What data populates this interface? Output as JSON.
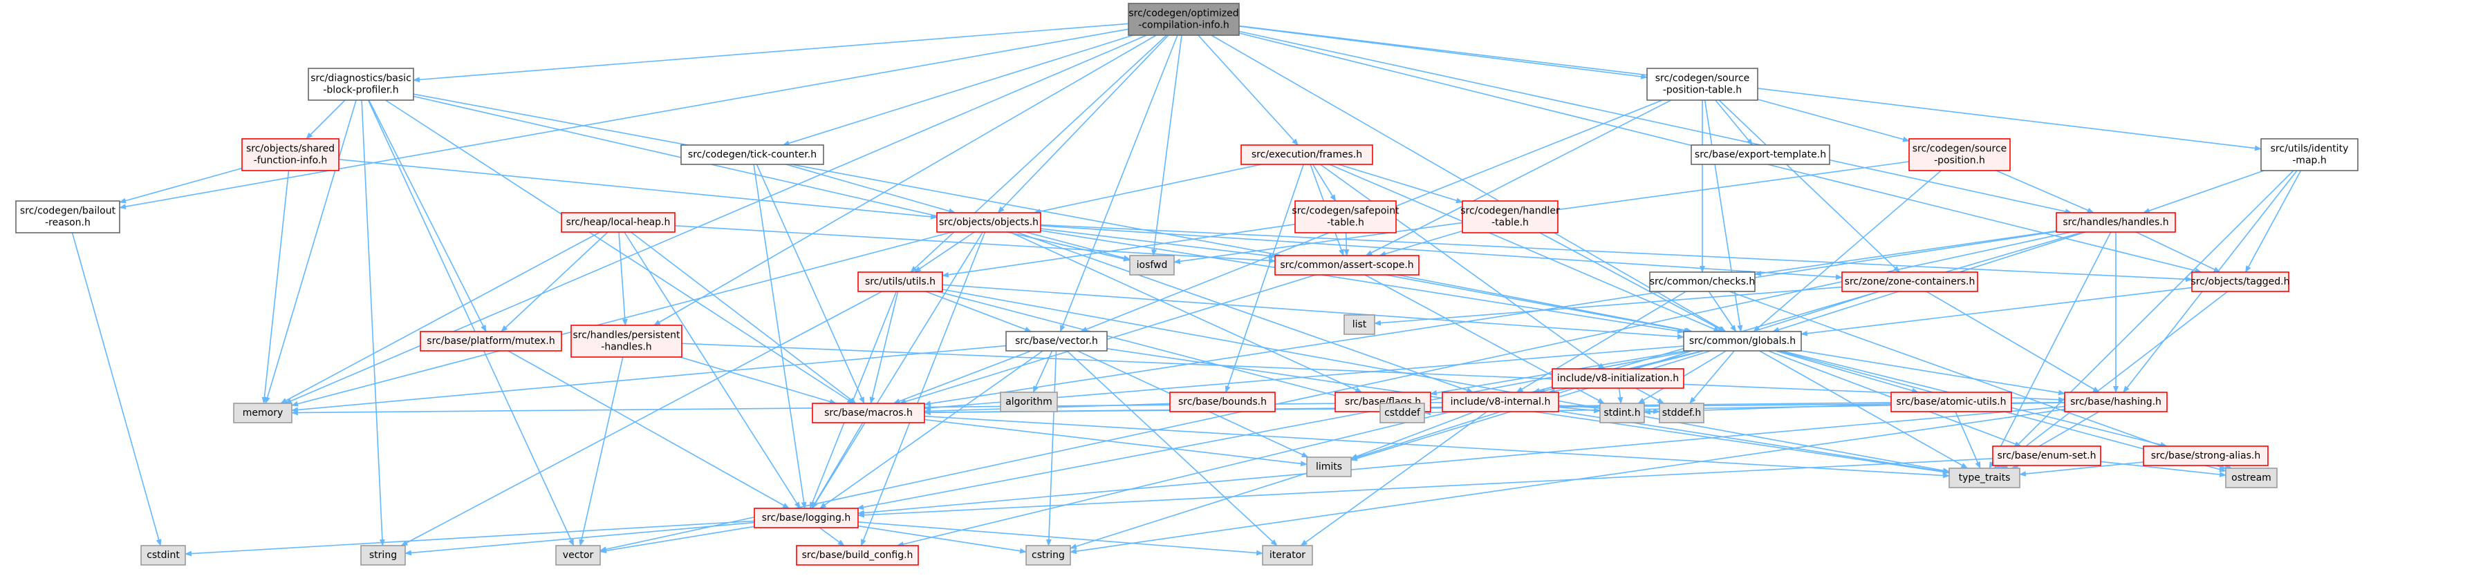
{
  "diagram": {
    "kind": "include-dependency-graph",
    "colors": {
      "root_fill": "#999999",
      "root_stroke": "#666666",
      "local_fill": "#ffffff",
      "local_stroke": "#666666",
      "incomplete_fill": "#fff0f0",
      "incomplete_stroke": "#ff0000",
      "system_fill": "#e0e0e0",
      "system_stroke": "#999999",
      "edge": "#63b8ff",
      "text": "#000000"
    },
    "nodes": [
      {
        "id": "root",
        "lines": [
          "src/codegen/optimized",
          "-compilation-info.h"
        ],
        "style": "root"
      },
      {
        "id": "basic_block",
        "lines": [
          "src/diagnostics/basic",
          "-block-profiler.h"
        ],
        "style": "local"
      },
      {
        "id": "src_pos_table",
        "lines": [
          "src/codegen/source",
          "-position-table.h"
        ],
        "style": "local"
      },
      {
        "id": "identity_map",
        "lines": [
          "src/utils/identity",
          "-map.h"
        ],
        "style": "local"
      },
      {
        "id": "shared_fn",
        "lines": [
          "src/objects/shared",
          "-function-info.h"
        ],
        "style": "incomplete"
      },
      {
        "id": "tick_counter",
        "lines": [
          "src/codegen/tick-counter.h"
        ],
        "style": "local"
      },
      {
        "id": "frames",
        "lines": [
          "src/execution/frames.h"
        ],
        "style": "incomplete"
      },
      {
        "id": "export_tpl",
        "lines": [
          "src/base/export-template.h"
        ],
        "style": "local"
      },
      {
        "id": "src_position",
        "lines": [
          "src/codegen/source",
          "-position.h"
        ],
        "style": "incomplete"
      },
      {
        "id": "bailout",
        "lines": [
          "src/codegen/bailout",
          "-reason.h"
        ],
        "style": "local"
      },
      {
        "id": "local_heap",
        "lines": [
          "src/heap/local-heap.h"
        ],
        "style": "incomplete"
      },
      {
        "id": "objects",
        "lines": [
          "src/objects/objects.h"
        ],
        "style": "incomplete"
      },
      {
        "id": "safepoint",
        "lines": [
          "src/codegen/safepoint",
          "-table.h"
        ],
        "style": "incomplete"
      },
      {
        "id": "handler_tbl",
        "lines": [
          "src/codegen/handler",
          "-table.h"
        ],
        "style": "incomplete"
      },
      {
        "id": "handles",
        "lines": [
          "src/handles/handles.h"
        ],
        "style": "incomplete"
      },
      {
        "id": "iosfwd",
        "lines": [
          "iosfwd"
        ],
        "style": "system"
      },
      {
        "id": "assert_scope",
        "lines": [
          "src/common/assert-scope.h"
        ],
        "style": "incomplete"
      },
      {
        "id": "utils",
        "lines": [
          "src/utils/utils.h"
        ],
        "style": "incomplete"
      },
      {
        "id": "checks",
        "lines": [
          "src/common/checks.h"
        ],
        "style": "local"
      },
      {
        "id": "zone_cont",
        "lines": [
          "src/zone/zone-containers.h"
        ],
        "style": "incomplete"
      },
      {
        "id": "tagged",
        "lines": [
          "src/objects/tagged.h"
        ],
        "style": "incomplete"
      },
      {
        "id": "list",
        "lines": [
          "list"
        ],
        "style": "system"
      },
      {
        "id": "mutex",
        "lines": [
          "src/base/platform/mutex.h"
        ],
        "style": "incomplete"
      },
      {
        "id": "persistent",
        "lines": [
          "src/handles/persistent",
          "-handles.h"
        ],
        "style": "incomplete"
      },
      {
        "id": "vector_h",
        "lines": [
          "src/base/vector.h"
        ],
        "style": "local"
      },
      {
        "id": "globals",
        "lines": [
          "src/common/globals.h"
        ],
        "style": "local"
      },
      {
        "id": "v8init",
        "lines": [
          "include/v8-initialization.h"
        ],
        "style": "incomplete"
      },
      {
        "id": "algorithm",
        "lines": [
          "algorithm"
        ],
        "style": "system"
      },
      {
        "id": "bounds",
        "lines": [
          "src/base/bounds.h"
        ],
        "style": "incomplete"
      },
      {
        "id": "flags",
        "lines": [
          "src/base/flags.h"
        ],
        "style": "incomplete"
      },
      {
        "id": "v8internal",
        "lines": [
          "include/v8-internal.h"
        ],
        "style": "incomplete"
      },
      {
        "id": "atomic",
        "lines": [
          "src/base/atomic-utils.h"
        ],
        "style": "incomplete"
      },
      {
        "id": "hashing",
        "lines": [
          "src/base/hashing.h"
        ],
        "style": "incomplete"
      },
      {
        "id": "memory",
        "lines": [
          "memory"
        ],
        "style": "system"
      },
      {
        "id": "macros",
        "lines": [
          "src/base/macros.h"
        ],
        "style": "incomplete"
      },
      {
        "id": "cstddef",
        "lines": [
          "cstddef"
        ],
        "style": "system"
      },
      {
        "id": "stdint",
        "lines": [
          "stdint.h"
        ],
        "style": "system"
      },
      {
        "id": "stddef",
        "lines": [
          "stddef.h"
        ],
        "style": "system"
      },
      {
        "id": "enum_set",
        "lines": [
          "src/base/enum-set.h"
        ],
        "style": "incomplete"
      },
      {
        "id": "strong_alias",
        "lines": [
          "src/base/strong-alias.h"
        ],
        "style": "incomplete"
      },
      {
        "id": "limits",
        "lines": [
          "limits"
        ],
        "style": "system"
      },
      {
        "id": "type_traits",
        "lines": [
          "type_traits"
        ],
        "style": "system"
      },
      {
        "id": "ostream",
        "lines": [
          "ostream"
        ],
        "style": "system"
      },
      {
        "id": "logging",
        "lines": [
          "src/base/logging.h"
        ],
        "style": "incomplete"
      },
      {
        "id": "cstdint",
        "lines": [
          "cstdint"
        ],
        "style": "system"
      },
      {
        "id": "string",
        "lines": [
          "string"
        ],
        "style": "system"
      },
      {
        "id": "vector",
        "lines": [
          "vector"
        ],
        "style": "system"
      },
      {
        "id": "build_config",
        "lines": [
          "src/base/build_config.h"
        ],
        "style": "incomplete"
      },
      {
        "id": "cstring",
        "lines": [
          "cstring"
        ],
        "style": "system"
      },
      {
        "id": "iterator",
        "lines": [
          "iterator"
        ],
        "style": "system"
      }
    ],
    "edges": [
      [
        "root",
        "basic_block"
      ],
      [
        "root",
        "src_pos_table"
      ],
      [
        "root",
        "identity_map"
      ],
      [
        "root",
        "tick_counter"
      ],
      [
        "root",
        "frames"
      ],
      [
        "root",
        "bailout"
      ],
      [
        "root",
        "objects"
      ],
      [
        "root",
        "handles"
      ],
      [
        "root",
        "utils"
      ],
      [
        "root",
        "tagged"
      ],
      [
        "root",
        "vector_h"
      ],
      [
        "root",
        "globals"
      ],
      [
        "root",
        "persistent"
      ],
      [
        "root",
        "memory"
      ],
      [
        "root",
        "iosfwd"
      ],
      [
        "basic_block",
        "shared_fn"
      ],
      [
        "basic_block",
        "memory"
      ],
      [
        "basic_block",
        "string"
      ],
      [
        "basic_block",
        "vector"
      ],
      [
        "basic_block",
        "iosfwd"
      ],
      [
        "basic_block",
        "mutex"
      ],
      [
        "basic_block",
        "macros"
      ],
      [
        "basic_block",
        "globals"
      ],
      [
        "shared_fn",
        "bailout"
      ],
      [
        "shared_fn",
        "objects"
      ],
      [
        "shared_fn",
        "memory"
      ],
      [
        "bailout",
        "cstdint"
      ],
      [
        "tick_counter",
        "objects"
      ],
      [
        "tick_counter",
        "macros"
      ],
      [
        "tick_counter",
        "logging"
      ],
      [
        "src_pos_table",
        "export_tpl"
      ],
      [
        "src_pos_table",
        "src_position"
      ],
      [
        "src_pos_table",
        "checks"
      ],
      [
        "src_pos_table",
        "globals"
      ],
      [
        "src_pos_table",
        "assert_scope"
      ],
      [
        "src_pos_table",
        "vector_h"
      ],
      [
        "src_pos_table",
        "zone_cont"
      ],
      [
        "src_position",
        "handles"
      ],
      [
        "src_position",
        "iosfwd"
      ],
      [
        "src_position",
        "globals"
      ],
      [
        "identity_map",
        "handles"
      ],
      [
        "identity_map",
        "tagged"
      ],
      [
        "identity_map",
        "hashing"
      ],
      [
        "identity_map",
        "type_traits"
      ],
      [
        "frames",
        "objects"
      ],
      [
        "frames",
        "safepoint"
      ],
      [
        "frames",
        "handler_tbl"
      ],
      [
        "frames",
        "assert_scope"
      ],
      [
        "frames",
        "bounds"
      ],
      [
        "frames",
        "v8init"
      ],
      [
        "frames",
        "globals"
      ],
      [
        "safepoint",
        "assert_scope"
      ],
      [
        "safepoint",
        "utils"
      ],
      [
        "handler_tbl",
        "assert_scope"
      ],
      [
        "handler_tbl",
        "globals"
      ],
      [
        "local_heap",
        "assert_scope"
      ],
      [
        "local_heap",
        "mutex"
      ],
      [
        "local_heap",
        "persistent"
      ],
      [
        "local_heap",
        "memory"
      ],
      [
        "local_heap",
        "macros"
      ],
      [
        "local_heap",
        "logging"
      ],
      [
        "objects",
        "utils"
      ],
      [
        "objects",
        "iosfwd"
      ],
      [
        "objects",
        "memory"
      ],
      [
        "objects",
        "assert_scope"
      ],
      [
        "objects",
        "globals"
      ],
      [
        "objects",
        "flags"
      ],
      [
        "objects",
        "logging"
      ],
      [
        "objects",
        "build_config"
      ],
      [
        "objects",
        "v8internal"
      ],
      [
        "objects",
        "zone_cont"
      ],
      [
        "objects",
        "tagged"
      ],
      [
        "handles",
        "checks"
      ],
      [
        "handles",
        "tagged"
      ],
      [
        "handles",
        "globals"
      ],
      [
        "handles",
        "hashing"
      ],
      [
        "handles",
        "macros"
      ],
      [
        "handles",
        "v8internal"
      ],
      [
        "handles",
        "type_traits"
      ],
      [
        "handles",
        "vector"
      ],
      [
        "assert_scope",
        "globals"
      ],
      [
        "assert_scope",
        "macros"
      ],
      [
        "assert_scope",
        "stdint"
      ],
      [
        "utils",
        "vector_h"
      ],
      [
        "utils",
        "globals"
      ],
      [
        "utils",
        "logging"
      ],
      [
        "utils",
        "macros"
      ],
      [
        "utils",
        "string"
      ],
      [
        "utils",
        "type_traits"
      ],
      [
        "utils",
        "cstddef"
      ],
      [
        "checks",
        "globals"
      ],
      [
        "checks",
        "v8internal"
      ],
      [
        "checks",
        "ostream"
      ],
      [
        "zone_cont",
        "list"
      ],
      [
        "zone_cont",
        "hashing"
      ],
      [
        "zone_cont",
        "cstring"
      ],
      [
        "tagged",
        "globals"
      ],
      [
        "tagged",
        "type_traits"
      ],
      [
        "mutex",
        "logging"
      ],
      [
        "persistent",
        "macros"
      ],
      [
        "persistent",
        "vector"
      ],
      [
        "persistent",
        "hashing"
      ],
      [
        "vector_h",
        "algorithm"
      ],
      [
        "vector_h",
        "cstring"
      ],
      [
        "vector_h",
        "iterator"
      ],
      [
        "vector_h",
        "limits"
      ],
      [
        "vector_h",
        "memory"
      ],
      [
        "vector_h",
        "type_traits"
      ],
      [
        "vector_h",
        "logging"
      ],
      [
        "vector_h",
        "macros"
      ],
      [
        "globals",
        "flags"
      ],
      [
        "globals",
        "v8internal"
      ],
      [
        "globals",
        "atomic"
      ],
      [
        "globals",
        "hashing"
      ],
      [
        "globals",
        "macros"
      ],
      [
        "globals",
        "enum_set"
      ],
      [
        "globals",
        "strong_alias"
      ],
      [
        "globals",
        "stddef"
      ],
      [
        "globals",
        "stdint"
      ],
      [
        "globals",
        "limits"
      ],
      [
        "globals",
        "ostream"
      ],
      [
        "globals",
        "logging"
      ],
      [
        "globals",
        "build_config"
      ],
      [
        "globals",
        "type_traits"
      ],
      [
        "v8init",
        "v8internal"
      ],
      [
        "v8init",
        "stddef"
      ],
      [
        "v8init",
        "stdint"
      ],
      [
        "bounds",
        "macros"
      ],
      [
        "flags",
        "cstddef"
      ],
      [
        "v8internal",
        "stddef"
      ],
      [
        "v8internal",
        "stdint"
      ],
      [
        "v8internal",
        "iterator"
      ],
      [
        "v8internal",
        "memory"
      ],
      [
        "v8internal",
        "type_traits"
      ],
      [
        "v8internal",
        "limits"
      ],
      [
        "atomic",
        "macros"
      ],
      [
        "atomic",
        "type_traits"
      ],
      [
        "atomic",
        "stdint"
      ],
      [
        "hashing",
        "macros"
      ],
      [
        "hashing",
        "cstddef"
      ],
      [
        "hashing",
        "cstring"
      ],
      [
        "hashing",
        "type_traits"
      ],
      [
        "hashing",
        "logging"
      ],
      [
        "macros",
        "limits"
      ],
      [
        "macros",
        "type_traits"
      ],
      [
        "macros",
        "logging"
      ],
      [
        "enum_set",
        "logging"
      ],
      [
        "enum_set",
        "type_traits"
      ],
      [
        "enum_set",
        "ostream"
      ],
      [
        "strong_alias",
        "type_traits"
      ],
      [
        "strong_alias",
        "ostream"
      ],
      [
        "logging",
        "cstdint"
      ],
      [
        "logging",
        "cstring"
      ],
      [
        "logging",
        "string"
      ],
      [
        "logging",
        "vector"
      ],
      [
        "logging",
        "iterator"
      ],
      [
        "logging",
        "build_config"
      ]
    ]
  }
}
